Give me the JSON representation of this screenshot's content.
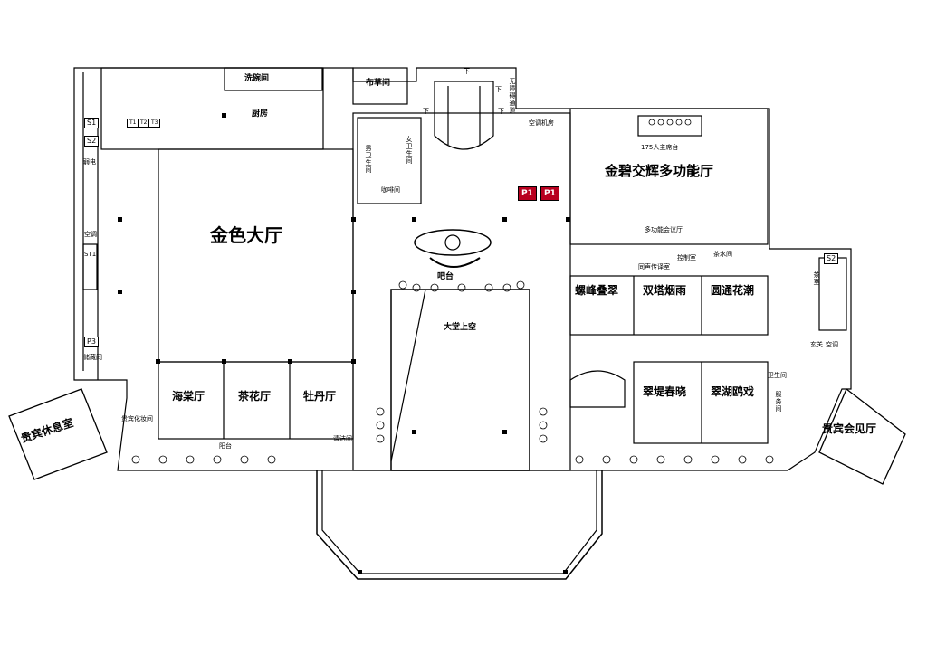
{
  "rooms": {
    "golden_hall": "金色大厅",
    "multi_hall": "金碧交辉多功能厅",
    "vip_lounge": "贵宾休息室",
    "vip_reception": "贵宾会见厅",
    "haitang": "海棠厅",
    "chahua": "茶花厅",
    "mudan": "牡丹厅",
    "luofeng": "螺峰叠翠",
    "shuangta": "双塔烟雨",
    "yuantong": "圆通花潮",
    "cuiti": "翠堤春晓",
    "cuihu": "翠湖鸥戏",
    "kitchen": "厨房",
    "dishwash": "洗碗间",
    "linen": "布草间",
    "lobby_void": "大堂上空",
    "bar": "吧台",
    "balcony": "阳台",
    "stage": "175人主席台",
    "multi_meeting": "多功能会议厅",
    "control": "控制室",
    "tea1": "茶水间",
    "ac_room": "空调机房",
    "av_room": "同声传译室",
    "no_barrier": "无障碍通道",
    "womens_wc": "女卫生间",
    "mens_wc": "男卫生间",
    "wc": "卫生间",
    "weak_current": "弱电",
    "ac": "空调",
    "ac2": "空调",
    "st1": "ST1",
    "s1": "S1",
    "s2": "S2",
    "s2b": "S2",
    "p3": "P3",
    "p1a": "P1",
    "p1b": "P1",
    "t1": "T1",
    "t2": "T2",
    "t3": "T3",
    "down1": "下",
    "down2": "下",
    "down3": "下",
    "down4": "下",
    "clean": "清洁间",
    "lobby_porch": "玄关",
    "service": "服务间",
    "tea2": "茶室",
    "coffee": "咖啡间",
    "storage": "储藏间",
    "makeup": "贵宾化妆间"
  }
}
